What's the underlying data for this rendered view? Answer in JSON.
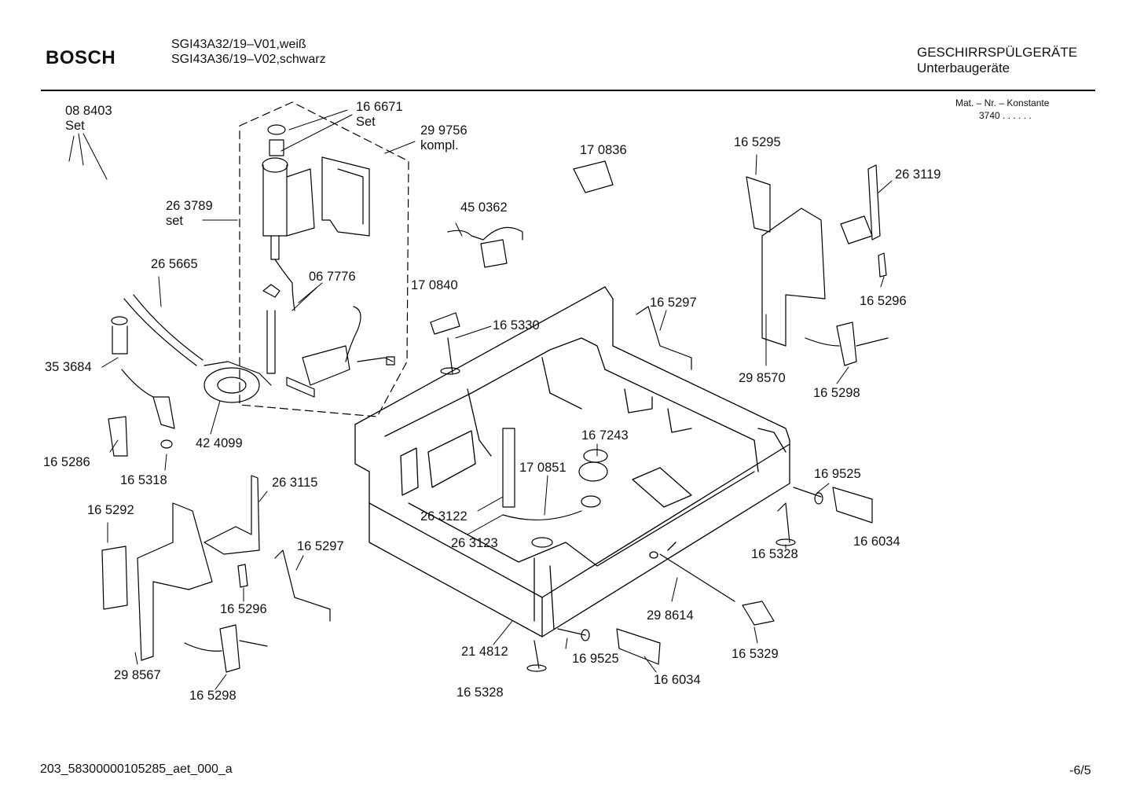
{
  "header": {
    "brand": "BOSCH",
    "model_1": "SGI43A32/19–V01,weiß",
    "model_2": "SGI43A36/19–V02,schwarz",
    "category": "GESCHIRRSPÜLGERÄTE",
    "subcategory": "Unterbaugeräte",
    "mat_caption": "Mat. – Nr. – Konstante",
    "mat_value": "3740  .  .    .  .  .  ."
  },
  "parts": [
    {
      "id": "p088403",
      "lines": [
        "08 8403",
        "Set"
      ]
    },
    {
      "id": "p166671",
      "lines": [
        "16 6671",
        "Set"
      ]
    },
    {
      "id": "p299756",
      "lines": [
        "29 9756",
        "kompl."
      ]
    },
    {
      "id": "p170836",
      "lines": [
        "17 0836"
      ]
    },
    {
      "id": "p165295",
      "lines": [
        "16 5295"
      ]
    },
    {
      "id": "p263119",
      "lines": [
        "26 3119"
      ]
    },
    {
      "id": "p263789",
      "lines": [
        "26 3789",
        "set"
      ]
    },
    {
      "id": "p450362",
      "lines": [
        "45 0362"
      ]
    },
    {
      "id": "p265665",
      "lines": [
        "26 5665"
      ]
    },
    {
      "id": "p067776",
      "lines": [
        "06 7776"
      ]
    },
    {
      "id": "p170840",
      "lines": [
        "17 0840"
      ]
    },
    {
      "id": "p165296a",
      "lines": [
        "16 5296"
      ]
    },
    {
      "id": "p165297a",
      "lines": [
        "16 5297"
      ]
    },
    {
      "id": "p165330",
      "lines": [
        "16 5330"
      ]
    },
    {
      "id": "p353684",
      "lines": [
        "35 3684"
      ]
    },
    {
      "id": "p298570",
      "lines": [
        "29 8570"
      ]
    },
    {
      "id": "p165298a",
      "lines": [
        "16 5298"
      ]
    },
    {
      "id": "p167243",
      "lines": [
        "16 7243"
      ]
    },
    {
      "id": "p424099",
      "lines": [
        "42 4099"
      ]
    },
    {
      "id": "p165286",
      "lines": [
        "16 5286"
      ]
    },
    {
      "id": "p170851",
      "lines": [
        "17 0851"
      ]
    },
    {
      "id": "p169525a",
      "lines": [
        "16 9525"
      ]
    },
    {
      "id": "p165318",
      "lines": [
        "16 5318"
      ]
    },
    {
      "id": "p263115",
      "lines": [
        "26 3115"
      ]
    },
    {
      "id": "p165292",
      "lines": [
        "16 5292"
      ]
    },
    {
      "id": "p263122",
      "lines": [
        "26 3122"
      ]
    },
    {
      "id": "p166034a",
      "lines": [
        "16 6034"
      ]
    },
    {
      "id": "p263123",
      "lines": [
        "26 3123"
      ]
    },
    {
      "id": "p165297b",
      "lines": [
        "16 5297"
      ]
    },
    {
      "id": "p165328a",
      "lines": [
        "16 5328"
      ]
    },
    {
      "id": "p165296b",
      "lines": [
        "16 5296"
      ]
    },
    {
      "id": "p298614",
      "lines": [
        "29 8614"
      ]
    },
    {
      "id": "p214812",
      "lines": [
        "21 4812"
      ]
    },
    {
      "id": "p165329",
      "lines": [
        "16 5329"
      ]
    },
    {
      "id": "p169525b",
      "lines": [
        "16 9525"
      ]
    },
    {
      "id": "p298567",
      "lines": [
        "29 8567"
      ]
    },
    {
      "id": "p166034b",
      "lines": [
        "16 6034"
      ]
    },
    {
      "id": "p165298b",
      "lines": [
        "16 5298"
      ]
    },
    {
      "id": "p165328b",
      "lines": [
        "16 5328"
      ]
    }
  ],
  "footer": {
    "doc_id": "203_58300000105285_aet_000_a",
    "page": "-6/5"
  }
}
